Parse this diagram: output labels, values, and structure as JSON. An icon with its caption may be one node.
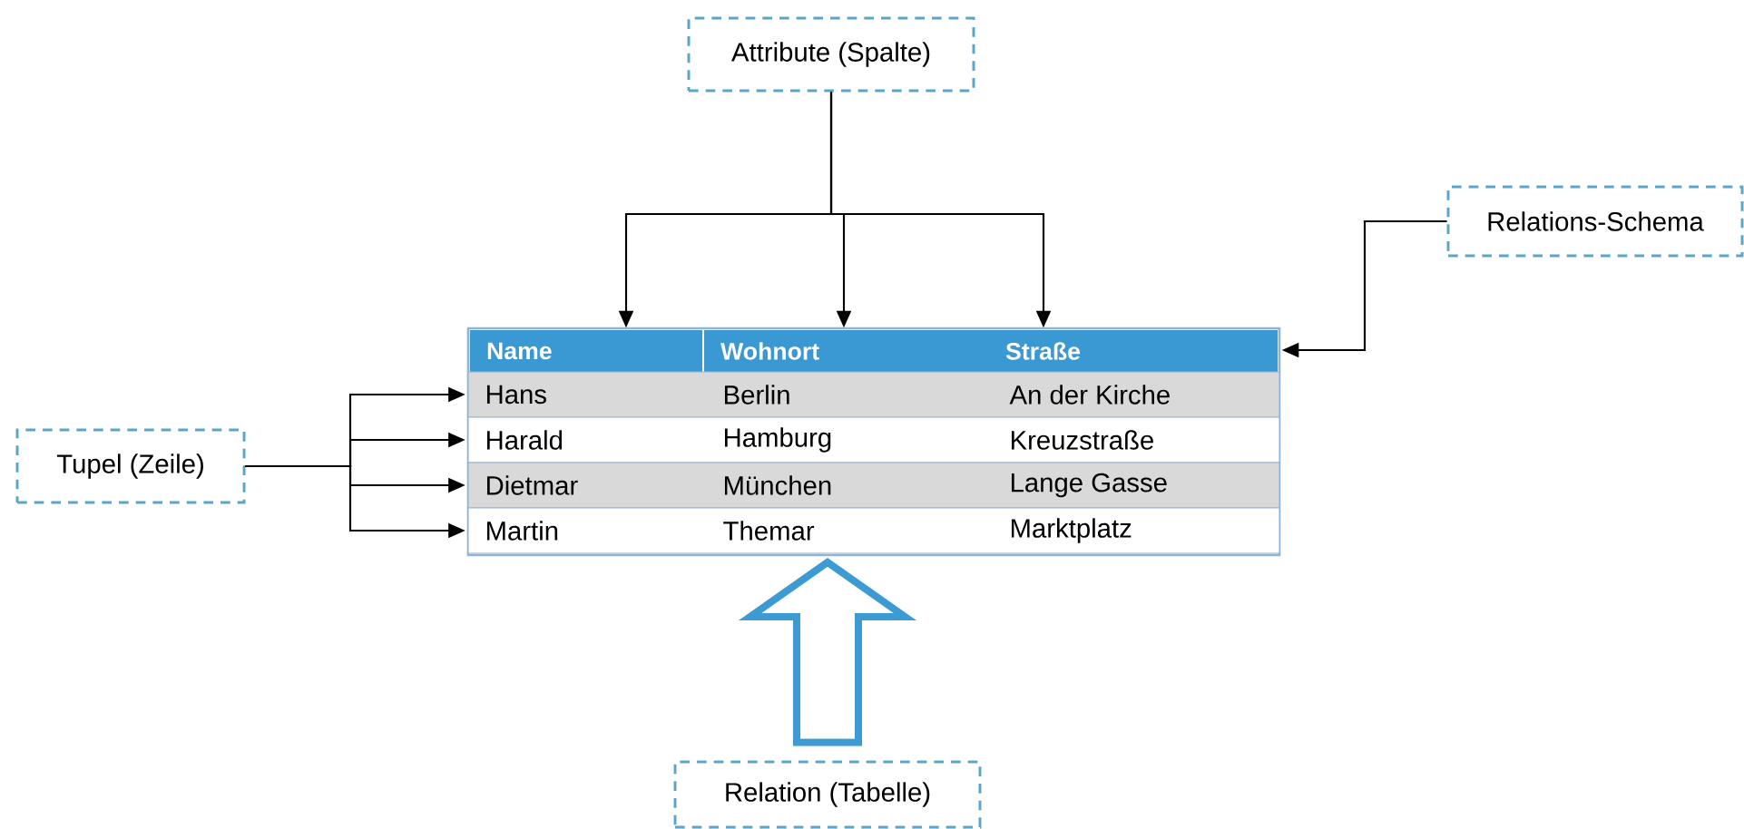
{
  "diagram": {
    "nodes": [
      {
        "text": [
          "Attribute (Spalte)"
        ]
      },
      {
        "text": [
          "Relations-Schema"
        ]
      },
      {
        "text": [
          "Tupel (Zeile)"
        ]
      },
      {
        "text": [],
        "shape": "box"
      },
      {
        "text": [
          "Name"
        ],
        "in": 3
      },
      {
        "text": [
          "Wohnort"
        ],
        "in": 3
      },
      {
        "text": [
          "Straße"
        ],
        "in": 3
      },
      {
        "text": [
          "Hans",
          "Berlin",
          "An der Kirche"
        ],
        "in": 3
      },
      {
        "text": [
          "Harald",
          "Hamburg",
          "Kreuzstraße"
        ],
        "in": 3
      },
      {
        "text": [
          "Dietmar",
          "München",
          "Lange Gasse"
        ],
        "in": 3
      },
      {
        "text": [
          "Martin",
          "Themar",
          "Marktplatz"
        ],
        "in": 3
      },
      {
        "text": [
          "Relation (Tabelle)"
        ]
      }
    ],
    "edges": [
      {
        "from": 0,
        "to": 4,
        "arrow": "to"
      },
      {
        "from": 0,
        "to": 5,
        "arrow": "to"
      },
      {
        "from": 0,
        "to": 6,
        "arrow": "to"
      },
      {
        "from": 1,
        "to": 3,
        "arrow": "to"
      },
      {
        "from": 2,
        "to": 7,
        "arrow": "to"
      },
      {
        "from": 2,
        "to": 8,
        "arrow": "to"
      },
      {
        "from": 2,
        "to": 9,
        "arrow": "to"
      },
      {
        "from": 2,
        "to": 10,
        "arrow": "to"
      },
      {
        "from": 11,
        "to": 3,
        "arrow": "to",
        "style": "thick",
        "color": "#3d9bd3"
      }
    ]
  }
}
